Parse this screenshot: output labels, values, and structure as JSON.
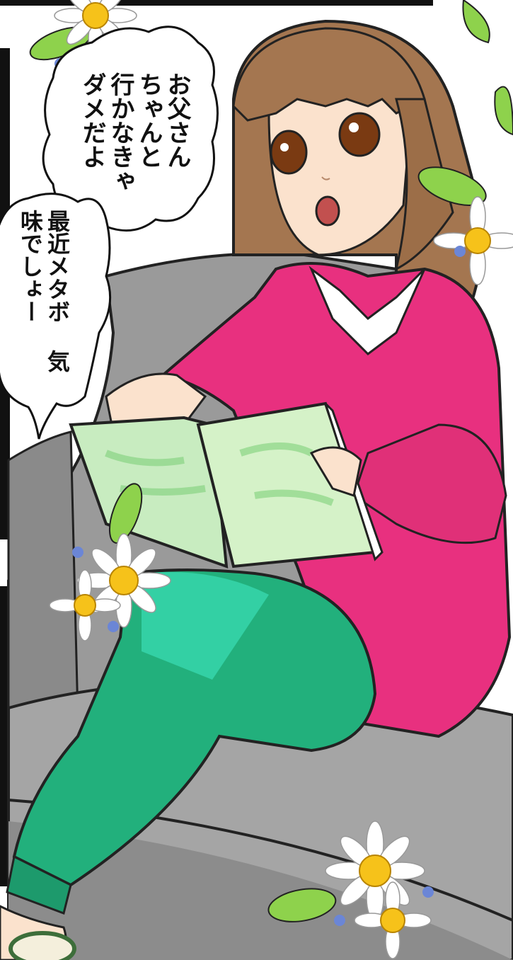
{
  "speech_bubbles": [
    {
      "lines": [
        "お父さん",
        "ちゃんと",
        "行かなきゃ",
        "ダメだよ"
      ]
    },
    {
      "lines": [
        "最近メタボ",
        "気味でしょー"
      ]
    }
  ],
  "colors": {
    "sofa": "#9a9a9a",
    "shirt": "#e8307f",
    "pants": "#22b07c",
    "hair": "#a47650",
    "book": "#c8ecc0"
  }
}
